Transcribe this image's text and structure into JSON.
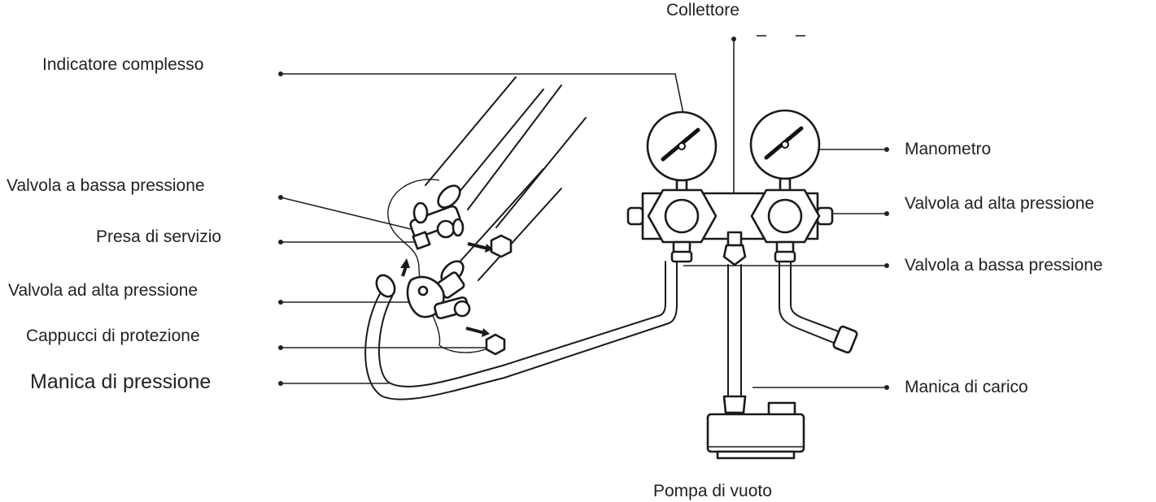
{
  "labels": {
    "collettore": "Collettore",
    "indicatore_complesso": "Indicatore complesso",
    "manometro": "Manometro",
    "valvola_bassa_left": "Valvola a bassa pressione",
    "valvola_alta_right": "Valvola ad alta pressione",
    "presa_servizio": "Presa di servizio",
    "valvola_bassa_right": "Valvola a bassa pressione",
    "valvola_alta_left": "Valvola ad alta pressione",
    "cappucci": "Cappucci di protezione",
    "manica_pressione": "Manica di pressione",
    "manica_carico": "Manica di carico",
    "pompa_vuoto": "Pompa di vuoto"
  }
}
